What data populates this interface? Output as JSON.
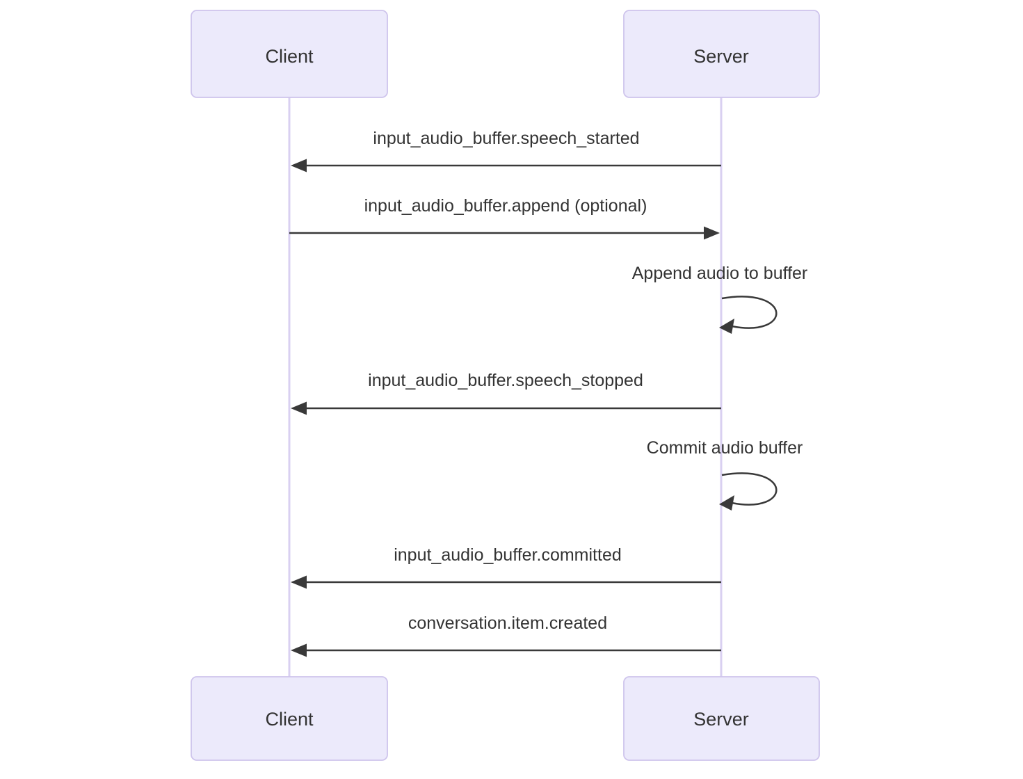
{
  "diagram": {
    "type": "sequence",
    "actors": [
      {
        "id": "client",
        "label": "Client"
      },
      {
        "id": "server",
        "label": "Server"
      }
    ],
    "messages": [
      {
        "index": 1,
        "text": "input_audio_buffer.speech_started",
        "from": "server",
        "to": "client",
        "kind": "arrow"
      },
      {
        "index": 2,
        "text": "input_audio_buffer.append (optional)",
        "from": "client",
        "to": "server",
        "kind": "arrow"
      },
      {
        "index": 3,
        "text": "Append audio to buffer",
        "from": "server",
        "to": "server",
        "kind": "self-loop"
      },
      {
        "index": 4,
        "text": "input_audio_buffer.speech_stopped",
        "from": "server",
        "to": "client",
        "kind": "arrow"
      },
      {
        "index": 5,
        "text": "Commit audio buffer",
        "from": "server",
        "to": "server",
        "kind": "self-loop"
      },
      {
        "index": 6,
        "text": "input_audio_buffer.committed",
        "from": "server",
        "to": "client",
        "kind": "arrow"
      },
      {
        "index": 7,
        "text": "conversation.item.created",
        "from": "server",
        "to": "client",
        "kind": "arrow"
      }
    ],
    "colors": {
      "background": "#FFFFFF",
      "actor_fill": "#ECEAFB",
      "actor_border": "#CEC4EC",
      "lifeline": "#D9D0F1",
      "line": "#393939",
      "text": "#333333"
    }
  }
}
